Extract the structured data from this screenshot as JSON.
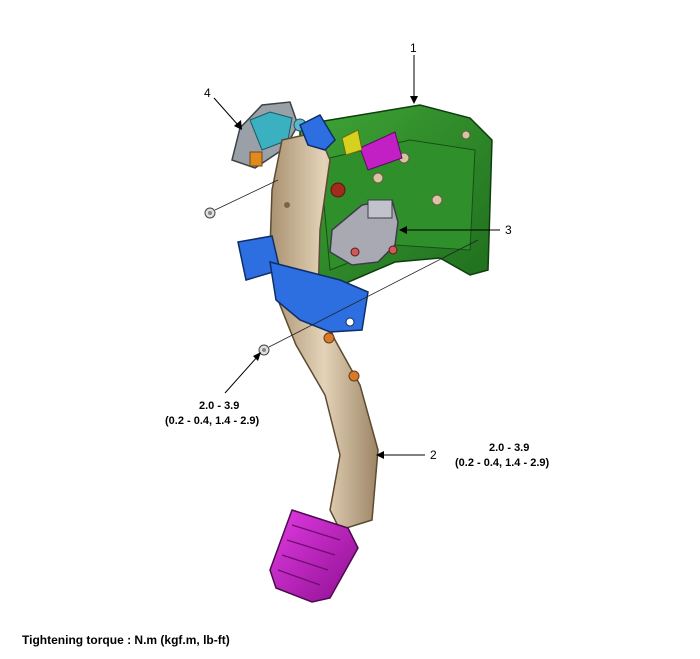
{
  "callouts": {
    "c1": "1",
    "c2": "2",
    "c3": "3",
    "c4": "4"
  },
  "torque_a": {
    "line1": "2.0 - 3.9",
    "line2": "(0.2 - 0.4, 1.4 - 2.9)"
  },
  "torque_b": {
    "line1": "2.0 - 3.9",
    "line2": "(0.2 - 0.4, 1.4 - 2.9)"
  },
  "footer": {
    "note": "Tightening torque : N.m (kgf.m, lb-ft)"
  },
  "colors": {
    "bracket": "#2f8f2a",
    "pedal_arm": "#cdb89a",
    "pedal_pad": "#c21fc4",
    "mount_bracket": "#2d6fe0",
    "switch": "#a9a9b4",
    "stopper": "#3ab0c0"
  }
}
